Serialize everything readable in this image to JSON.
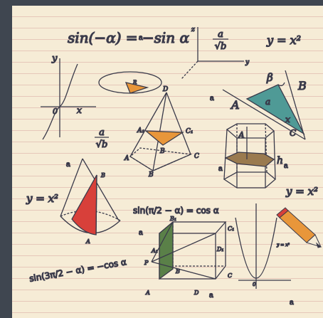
{
  "formulas": {
    "sin_neg": "sin(−α) = −sin α",
    "frac_top": "a",
    "frac_b": "√b",
    "y_x2_top": "y = x²",
    "y_x2_left": "y = x²",
    "y_x2_right": "y = x²",
    "sin_pi2": "sin(π/2 − α) = cos α",
    "sin_3pi2": "sin(3π/2 − α) = −cos α",
    "parabola_label": "y = x²"
  },
  "labels": {
    "axis_y": "y",
    "axis_x": "x",
    "axis_z": "z",
    "origin": "0",
    "pyr_D": "D",
    "pyr_A1": "A₁",
    "pyr_C1": "C₁",
    "pyr_B": "B",
    "pyr_A": "A",
    "pyr_C": "C",
    "tri_A": "A",
    "tri_B": "B",
    "tri_C": "C",
    "tri_beta": "β",
    "tri_a": "a",
    "tri_x": "x",
    "prism_A": "A",
    "prism_h": "h",
    "cone_B": "B",
    "cone_A": "A",
    "cube_A1": "A₁",
    "cube_B1": "B₁",
    "cube_C1": "C₁",
    "cube_D1": "D₁",
    "cube_B": "B",
    "cube_C": "C",
    "cube_A": "A",
    "cube_D": "D",
    "cube_P": "P",
    "circle_R": "R"
  },
  "watermark": "a",
  "colors": {
    "paper": "#f6ecd6",
    "ink": "#3a3a4a",
    "orange": "#e8963a",
    "teal": "#4f9a96",
    "brown": "#9a7a4f",
    "red": "#d8403a",
    "green": "#5a8048"
  }
}
